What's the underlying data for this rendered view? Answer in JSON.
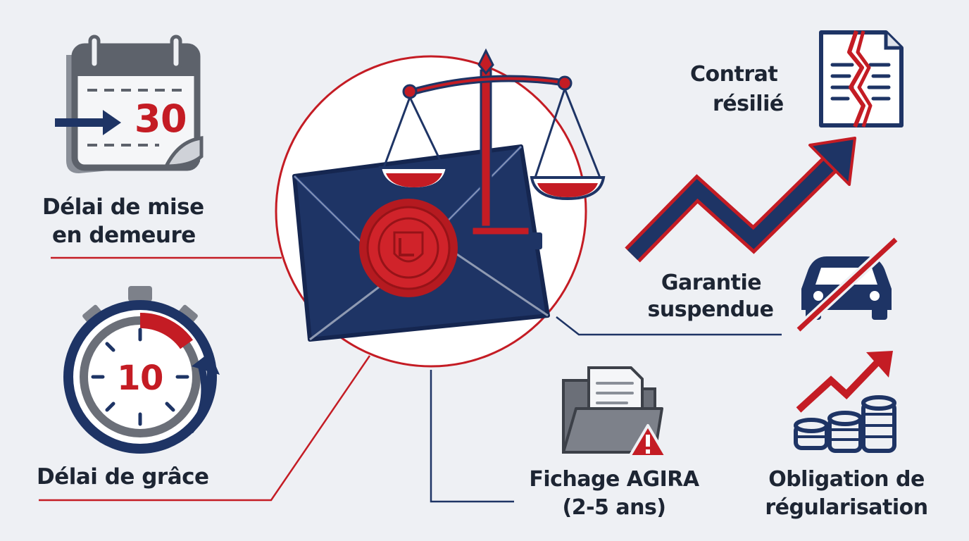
{
  "calendar": {
    "day": "30"
  },
  "timer": {
    "value": "10"
  },
  "labels": {
    "mise_en_demeure_l1": "Délai de mise",
    "mise_en_demeure_l2": "en demeure",
    "grace": "Délai de grâce",
    "contrat_l1": "Contrat",
    "contrat_l2": "résilié",
    "garantie_l1": "Garantie",
    "garantie_l2": "suspendue",
    "agira_l1": "Fichage AGIRA",
    "agira_l2": "(2-5 ans)",
    "regul_l1": "Obligation de",
    "regul_l2": "régularisation"
  },
  "colors": {
    "navy": "#1e3465",
    "red": "#c41c24",
    "gray": "#6b6f78",
    "text": "#1d2533",
    "background": "#eef0f4"
  }
}
